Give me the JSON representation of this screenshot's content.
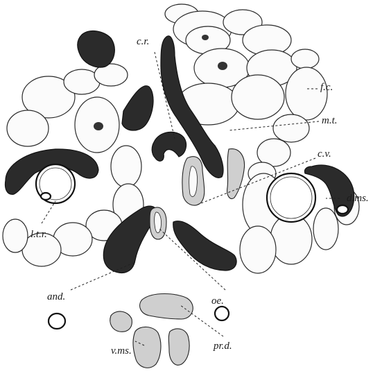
{
  "labels": {
    "cr": "c.r.",
    "fc": "f.c.",
    "mt": "m.t.",
    "cv": "c.v.",
    "ltr": "l.t.r.",
    "dms": "d.ms.",
    "and": "and.",
    "oe": "oe.",
    "prd": "pr.d.",
    "vms": "v.ms."
  }
}
